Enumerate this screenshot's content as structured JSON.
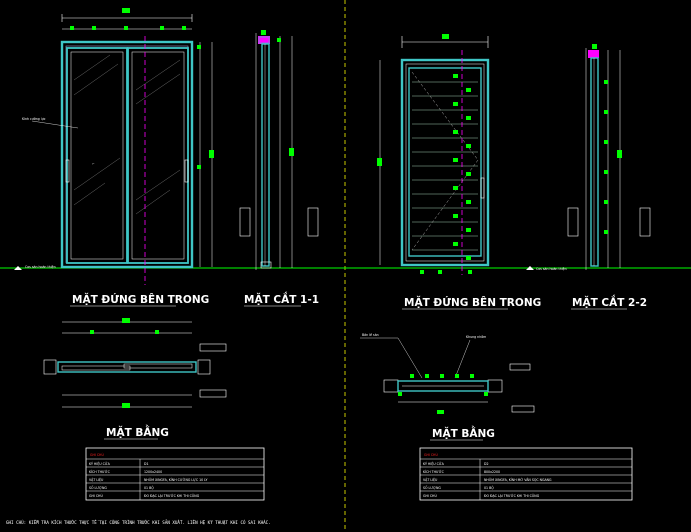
{
  "drawings": {
    "left": {
      "elevation_title": "MẶT ĐỨNG BÊN TRONG",
      "section_title": "MẶT CẮT 1-1",
      "plan_title": "MẶT BẰNG",
      "callout_glass": "Kính cường lực",
      "floor_label": "Cos sàn hoàn thiện"
    },
    "right": {
      "elevation_title": "MẶT ĐỨNG BÊN TRONG",
      "section_title": "MẶT CẮT 2-2",
      "plan_title": "MẶT BẰNG",
      "callout_a": "Bản lề sàn",
      "callout_b": "Khung nhôm",
      "floor_label": "Cos sàn hoàn thiện"
    }
  },
  "spec_tables": {
    "left": {
      "header": "GHI CHÚ",
      "rows": [
        [
          "KÝ HIỆU CỬA",
          "D1"
        ],
        [
          "KÍCH THƯỚC",
          "1200x2400"
        ],
        [
          "VẬT LIỆU",
          "NHÔM XINGFA, KÍNH CƯỜNG LỰC 10 LY"
        ],
        [
          "SỐ LƯỢNG",
          "01 BỘ"
        ],
        [
          "GHI CHÚ",
          "ĐO ĐẠC LẠI TRƯỚC KHI THI CÔNG"
        ]
      ]
    },
    "right": {
      "header": "GHI CHÚ",
      "rows": [
        [
          "KÝ HIỆU CỬA",
          "D2"
        ],
        [
          "KÍCH THƯỚC",
          "800x2200"
        ],
        [
          "VẬT LIỆU",
          "NHÔM XINGFA, KÍNH MỜ VÂN SỌC NGANG"
        ],
        [
          "SỐ LƯỢNG",
          "01 BỘ"
        ],
        [
          "GHI CHÚ",
          "ĐO ĐẠC LẠI TRƯỚC KHI THI CÔNG"
        ]
      ]
    }
  },
  "footer_note": "GHI CHÚ: KIỂM TRA KÍCH THƯỚC THỰC TẾ TẠI CÔNG TRÌNH TRƯỚC KHI SẢN XUẤT. LIÊN HỆ KỸ THUẬT KHI CÓ SAI KHÁC.",
  "colors": {
    "background": "#000000",
    "frame": "#3fc6c6",
    "dimension": "#00ff00",
    "centerline": "#ff00ff",
    "line": "#ffffff",
    "table_header": "#ff2020",
    "accent_yellow": "#ffff00"
  }
}
